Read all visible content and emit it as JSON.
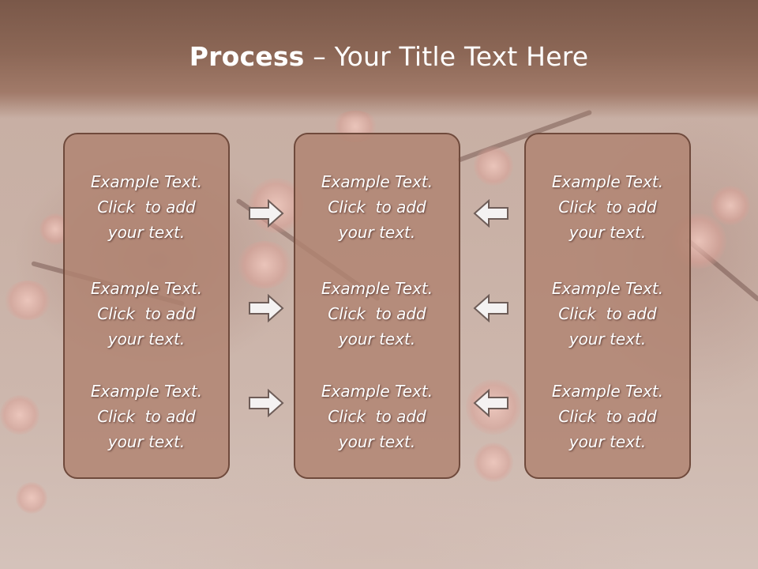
{
  "slide": {
    "title_bold": "Process",
    "title_rest": " – Your Title Text Here"
  },
  "columns": [
    {
      "items": [
        "Example Text.\nClick  to add\nyour text.",
        "Example Text.\nClick  to add\nyour text.",
        "Example Text.\nClick  to add\nyour text."
      ]
    },
    {
      "items": [
        "Example Text.\nClick  to add\nyour text.",
        "Example Text.\nClick  to add\nyour text.",
        "Example Text.\nClick  to add\nyour text."
      ]
    },
    {
      "items": [
        "Example Text.\nClick  to add\nyour text.",
        "Example Text.\nClick  to add\nyour text.",
        "Example Text.\nClick  to add\nyour text."
      ]
    }
  ],
  "arrows": {
    "left_column": "right-arrow-icon",
    "right_column": "left-arrow-icon"
  },
  "colors": {
    "header": "#8c6756",
    "box_fill": "#b08270",
    "box_border": "#6f4a3c",
    "text": "#ffffff"
  }
}
